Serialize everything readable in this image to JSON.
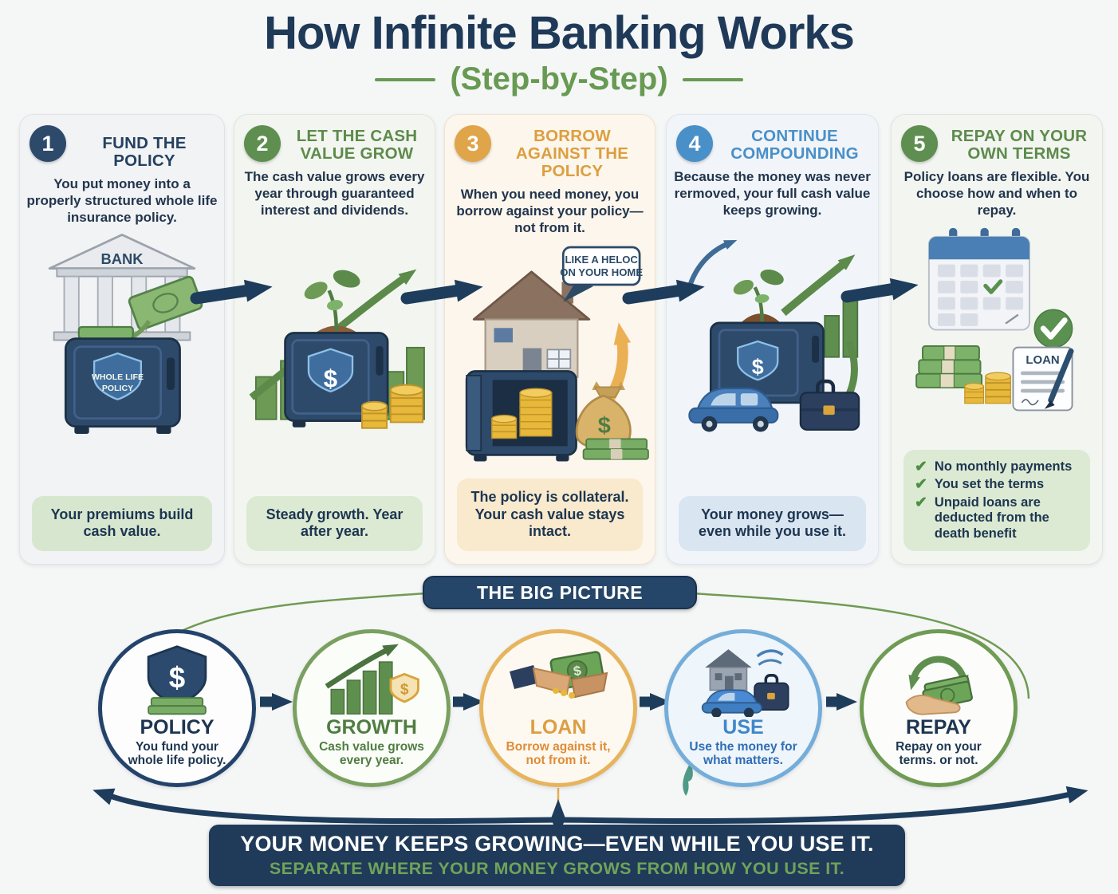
{
  "header": {
    "title": "How Infinite Banking Works",
    "subtitle": "(Step-by-Step)"
  },
  "labels": {
    "dollar": "$"
  },
  "steps": [
    {
      "number": "1",
      "title": "FUND THE POLICY",
      "description": "You put money into a properly structured whole life insurance policy.",
      "note": "Your premiums build cash value.",
      "accent": "#2d4a6b",
      "icon_labels": {
        "bank": "BANK",
        "shield_line1": "WHOLE LIFE",
        "shield_line2": "POLICY"
      }
    },
    {
      "number": "2",
      "title": "LET THE CASH VALUE GROW",
      "description": "The cash value grows every year through guaranteed interest and dividends.",
      "note": "Steady growth. Year after year.",
      "accent": "#5e8e50"
    },
    {
      "number": "3",
      "title": "BORROW AGAINST THE POLICY",
      "description": "When you need money, you borrow against your policy—not from it.",
      "callout_line1": "LIKE A HELOC",
      "callout_line2": "ON YOUR HOME",
      "note": "The policy is collateral. Your cash value stays intact.",
      "accent": "#e0a449"
    },
    {
      "number": "4",
      "title": "CONTINUE COMPOUNDING",
      "description": "Because the money was never rermoved, your full cash value keeps growing.",
      "note": "Your money grows—even while you use it.",
      "accent": "#4a90c8"
    },
    {
      "number": "5",
      "title": "REPAY ON YOUR OWN TERMS",
      "description": "Policy loans are flexible. You choose how and when to repay.",
      "loan_label": "LOAN",
      "checklist": [
        "No monthly payments",
        "You set the terms",
        "Unpaid loans are deducted from the death benefit"
      ],
      "accent": "#5e8e50"
    }
  ],
  "big_picture": {
    "banner": "THE BIG PICTURE",
    "circles": [
      {
        "label": "POLICY",
        "caption": "You fund your whole life policy.",
        "accent": "#24436b"
      },
      {
        "label": "GROWTH",
        "caption": "Cash value grows every year.",
        "accent": "#6f9b53"
      },
      {
        "label": "LOAN",
        "caption": "Borrow against it, not from it.",
        "accent": "#e7b45e"
      },
      {
        "label": "USE",
        "caption": "Use the money for what matters.",
        "accent": "#74add9"
      },
      {
        "label": "REPAY",
        "caption": "Repay on your terms. or not.",
        "accent": "#6f9b53"
      }
    ]
  },
  "footer": {
    "line1": "YOUR MONEY KEEPS GROWING—EVEN WHILE YOU USE IT.",
    "line2": "SEPARATE WHERE YOUR MONEY GROWS FROM HOW YOU USE IT."
  },
  "colors": {
    "title_navy": "#1f3a58",
    "subtitle_green": "#679a52",
    "arrow_navy": "#1e3d5c",
    "footer_bg": "#203a59",
    "footer_green": "#6fa35a"
  }
}
